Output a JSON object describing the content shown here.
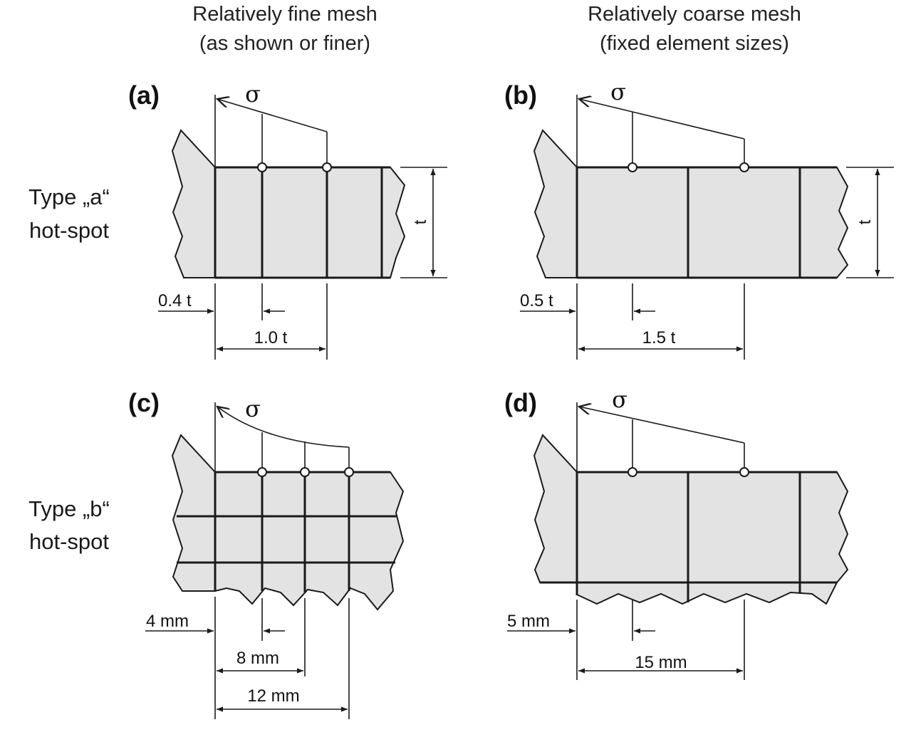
{
  "headers": {
    "fine_line1": "Relatively fine mesh",
    "fine_line2": "(as shown or finer)",
    "coarse_line1": "Relatively coarse mesh",
    "coarse_line2": "(fixed element sizes)"
  },
  "rows": {
    "type_a_line1": "Type „a“",
    "type_a_line2": "hot-spot",
    "type_b_line1": "Type „b“",
    "type_b_line2": "hot-spot"
  },
  "panels": {
    "a": {
      "label": "(a)",
      "sigma": "σ",
      "thickness": "t",
      "dim1": "0.4 t",
      "dim2": "1.0 t"
    },
    "b": {
      "label": "(b)",
      "sigma": "σ",
      "thickness": "t",
      "dim1": "0.5 t",
      "dim2": "1.5 t"
    },
    "c": {
      "label": "(c)",
      "sigma": "σ",
      "dim1": "4 mm",
      "dim2": "8 mm",
      "dim3": "12 mm"
    },
    "d": {
      "label": "(d)",
      "sigma": "σ",
      "dim1": "5 mm",
      "dim2": "15 mm"
    }
  }
}
